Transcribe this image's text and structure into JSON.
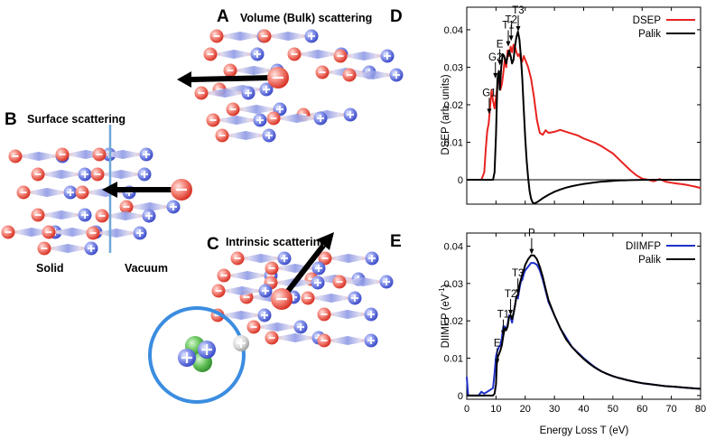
{
  "colors": {
    "dsep": "#e8231f",
    "diimfp": "#1f2fc9",
    "palik": "#000000",
    "ring": "#3b8de0",
    "vacuum_line": "#6fa7d8"
  },
  "icons": {
    "negative_charge": "red-minus-ball-icon",
    "positive_charge": "blue-plus-ball-icon",
    "nucleus": "green-nucleus-icon"
  },
  "panels": {
    "A": {
      "letter": "A",
      "title": "Volume (Bulk) scattering"
    },
    "B": {
      "letter": "B",
      "title": "Surface scattering",
      "solid_label": "Solid",
      "vacuum_label": "Vacuum"
    },
    "C": {
      "letter": "C",
      "title": "Intrinsic scattering"
    },
    "D": {
      "letter": "D"
    },
    "E": {
      "letter": "E"
    }
  },
  "chart_data": [
    {
      "id": "D",
      "type": "line",
      "xlabel": "",
      "ylabel": "DSEP (arb. units)",
      "xlim": [
        0,
        80
      ],
      "ylim": [
        -0.0065,
        0.046
      ],
      "x_ticks": [
        0,
        10,
        20,
        30,
        40,
        50,
        60,
        70,
        80
      ],
      "y_ticks": [
        0,
        0.01,
        0.02,
        0.03,
        0.04
      ],
      "y_tick_labels": [
        "0",
        "0.01",
        "0.02",
        "0.03",
        "0.04"
      ],
      "zero_line": true,
      "legend": "top-right",
      "series": [
        {
          "name": "DSEP",
          "color": "#e8231f",
          "x": [
            0,
            3,
            5,
            6,
            6.5,
            7,
            7.5,
            8,
            8.5,
            9,
            9.5,
            10,
            10.5,
            11,
            11.5,
            12,
            12.5,
            13,
            13.5,
            14,
            14.5,
            15,
            15.5,
            16,
            16.5,
            17,
            17.5,
            18,
            18.5,
            19,
            19.5,
            20,
            21,
            22,
            23,
            24,
            25,
            26,
            27,
            28,
            30,
            32,
            34,
            36,
            38,
            40,
            42,
            44,
            46,
            48,
            50,
            52,
            54,
            56,
            58,
            60,
            62,
            64,
            66,
            68,
            70,
            72,
            74,
            76,
            78,
            80
          ],
          "y": [
            0,
            0,
            0,
            0.002,
            0.008,
            0.013,
            0.015,
            0.0195,
            0.024,
            0.021,
            0.019,
            0.022,
            0.025,
            0.029,
            0.024,
            0.0255,
            0.0285,
            0.032,
            0.03,
            0.0345,
            0.033,
            0.0355,
            0.034,
            0.036,
            0.0355,
            0.034,
            0.033,
            0.0335,
            0.032,
            0.0315,
            0.033,
            0.032,
            0.03,
            0.027,
            0.022,
            0.016,
            0.0125,
            0.012,
            0.0132,
            0.0125,
            0.0128,
            0.0133,
            0.0128,
            0.0123,
            0.0118,
            0.011,
            0.0104,
            0.0098,
            0.009,
            0.008,
            0.007,
            0.0055,
            0.004,
            0.0025,
            0.0012,
            0.0003,
            0,
            -0.0004,
            0.0002,
            -0.0005,
            -0.0008,
            -0.001,
            -0.0012,
            -0.0015,
            -0.0018,
            -0.0022
          ]
        },
        {
          "name": "Palik",
          "color": "#000000",
          "x": [
            0,
            8,
            9,
            9.5,
            10,
            10.5,
            11,
            11.3,
            11.8,
            12.3,
            12.8,
            13.5,
            14,
            14.5,
            15,
            15.5,
            16,
            16.5,
            17,
            17.5,
            18,
            18.5,
            19,
            19.5,
            20,
            20.5,
            21,
            21.5,
            22,
            22.5,
            23,
            23.5,
            24,
            25,
            26,
            28,
            30,
            32,
            34,
            36,
            38,
            40,
            42,
            44,
            46,
            48,
            50,
            52,
            54,
            56,
            58,
            60,
            62,
            64,
            66,
            68,
            70,
            72,
            74,
            76,
            78,
            80
          ],
          "y": [
            0,
            0,
            0,
            0.002,
            0.012,
            0.027,
            0.029,
            0.024,
            0.03,
            0.0335,
            0.033,
            0.031,
            0.033,
            0.0345,
            0.033,
            0.031,
            0.032,
            0.0355,
            0.038,
            0.0395,
            0.0375,
            0.033,
            0.027,
            0.019,
            0.011,
            0.005,
            0.0005,
            -0.003,
            -0.005,
            -0.006,
            -0.0063,
            -0.0062,
            -0.006,
            -0.0055,
            -0.0049,
            -0.004,
            -0.0032,
            -0.0026,
            -0.0021,
            -0.0017,
            -0.0014,
            -0.0011,
            -0.0009,
            -0.0007,
            -0.0005,
            -0.0004,
            -0.0003,
            -0.0002,
            -0.00015,
            -0.0001,
            -5e-05,
            -2e-05,
            0,
            0,
            0,
            0,
            0,
            0,
            0,
            0,
            0,
            0
          ]
        }
      ],
      "annotations": [
        {
          "label": "G1",
          "x": 7.7,
          "y": 0.0175
        },
        {
          "label": "G2",
          "x": 9.8,
          "y": 0.027
        },
        {
          "label": "E",
          "x": 11.3,
          "y": 0.0305
        },
        {
          "label": "T1",
          "x": 14.2,
          "y": 0.0355
        },
        {
          "label": "T2",
          "x": 15.2,
          "y": 0.037
        },
        {
          "label": "T3",
          "x": 17.6,
          "y": 0.0395
        }
      ]
    },
    {
      "id": "E",
      "type": "line",
      "xlabel": "Energy Loss T (eV)",
      "ylabel": "DIIMFP (eV",
      "ylabel_sup": "-1",
      "ylabel_close": ")",
      "xlim": [
        0,
        80
      ],
      "ylim": [
        -0.001,
        0.0435
      ],
      "x_ticks": [
        0,
        10,
        20,
        30,
        40,
        50,
        60,
        70,
        80
      ],
      "x_tick_labels": [
        "0",
        "10",
        "20",
        "30",
        "40",
        "50",
        "60",
        "70",
        "80"
      ],
      "y_ticks": [
        0,
        0.01,
        0.02,
        0.03,
        0.04
      ],
      "y_tick_labels": [
        "0",
        "0.01",
        "0.02",
        "0.03",
        "0.04"
      ],
      "legend": "top-right",
      "series": [
        {
          "name": "DIIMFP",
          "color": "#1f2fc9",
          "x": [
            0,
            0.2,
            0.5,
            4,
            5,
            6,
            7,
            8,
            9,
            9.5,
            10,
            10.5,
            11,
            11.5,
            12,
            12.5,
            13,
            13.5,
            14,
            14.5,
            15,
            15.5,
            16,
            16.5,
            17,
            17.5,
            18,
            18.5,
            19,
            19.5,
            20,
            21,
            22,
            23,
            24,
            25,
            26,
            27,
            28,
            30,
            32,
            34,
            36,
            38,
            40,
            42,
            44,
            46,
            48,
            50,
            52,
            55,
            58,
            60,
            62,
            65,
            68,
            70,
            72,
            75,
            78,
            80
          ],
          "y": [
            0.005,
            0.003,
            0,
            0,
            0.001,
            0.0005,
            0.001,
            0.0015,
            0.002,
            0.006,
            0.0105,
            0.012,
            0.013,
            0.0135,
            0.0155,
            0.0185,
            0.0185,
            0.0175,
            0.019,
            0.0215,
            0.021,
            0.0195,
            0.022,
            0.024,
            0.0265,
            0.026,
            0.0285,
            0.0305,
            0.031,
            0.0325,
            0.0335,
            0.0345,
            0.0355,
            0.0355,
            0.035,
            0.0335,
            0.031,
            0.028,
            0.025,
            0.0215,
            0.018,
            0.0155,
            0.013,
            0.0115,
            0.01,
            0.0087,
            0.0075,
            0.0065,
            0.0058,
            0.0052,
            0.0047,
            0.0041,
            0.0036,
            0.0033,
            0.0031,
            0.0028,
            0.0025,
            0.0024,
            0.0023,
            0.0021,
            0.0019,
            0.0018
          ]
        },
        {
          "name": "Palik",
          "color": "#000000",
          "x": [
            0,
            9,
            9.5,
            10,
            10.3,
            10.7,
            11,
            11.5,
            12,
            12.5,
            13,
            13.5,
            14,
            14.5,
            15,
            15.5,
            16,
            16.5,
            17,
            17.5,
            18,
            18.5,
            19,
            19.5,
            20,
            21,
            22,
            23,
            24,
            25,
            26,
            27,
            28,
            30,
            32,
            34,
            36,
            38,
            40,
            42,
            44,
            46,
            48,
            50,
            52,
            55,
            58,
            60,
            62,
            65,
            68,
            70,
            72,
            75,
            78,
            80
          ],
          "y": [
            0,
            0,
            0.0005,
            0.003,
            0.0085,
            0.0105,
            0.011,
            0.012,
            0.0135,
            0.016,
            0.018,
            0.0175,
            0.0185,
            0.021,
            0.0215,
            0.0205,
            0.022,
            0.024,
            0.0265,
            0.027,
            0.0295,
            0.031,
            0.0325,
            0.0335,
            0.035,
            0.0365,
            0.0375,
            0.0375,
            0.0365,
            0.0345,
            0.0318,
            0.0285,
            0.0255,
            0.0215,
            0.018,
            0.015,
            0.013,
            0.0113,
            0.0098,
            0.0085,
            0.0074,
            0.0065,
            0.0058,
            0.0052,
            0.0047,
            0.0041,
            0.0036,
            0.0033,
            0.0031,
            0.0028,
            0.0025,
            0.0024,
            0.0023,
            0.0021,
            0.0019,
            0.0018
          ]
        }
      ],
      "annotations": [
        {
          "label": "E",
          "x": 10.4,
          "y": 0.0083
        },
        {
          "label": "T1",
          "x": 12.5,
          "y": 0.016
        },
        {
          "label": "T2",
          "x": 15,
          "y": 0.0215
        },
        {
          "label": "T3",
          "x": 17.5,
          "y": 0.027
        },
        {
          "label": "P",
          "x": 22.2,
          "y": 0.0378
        }
      ]
    }
  ]
}
